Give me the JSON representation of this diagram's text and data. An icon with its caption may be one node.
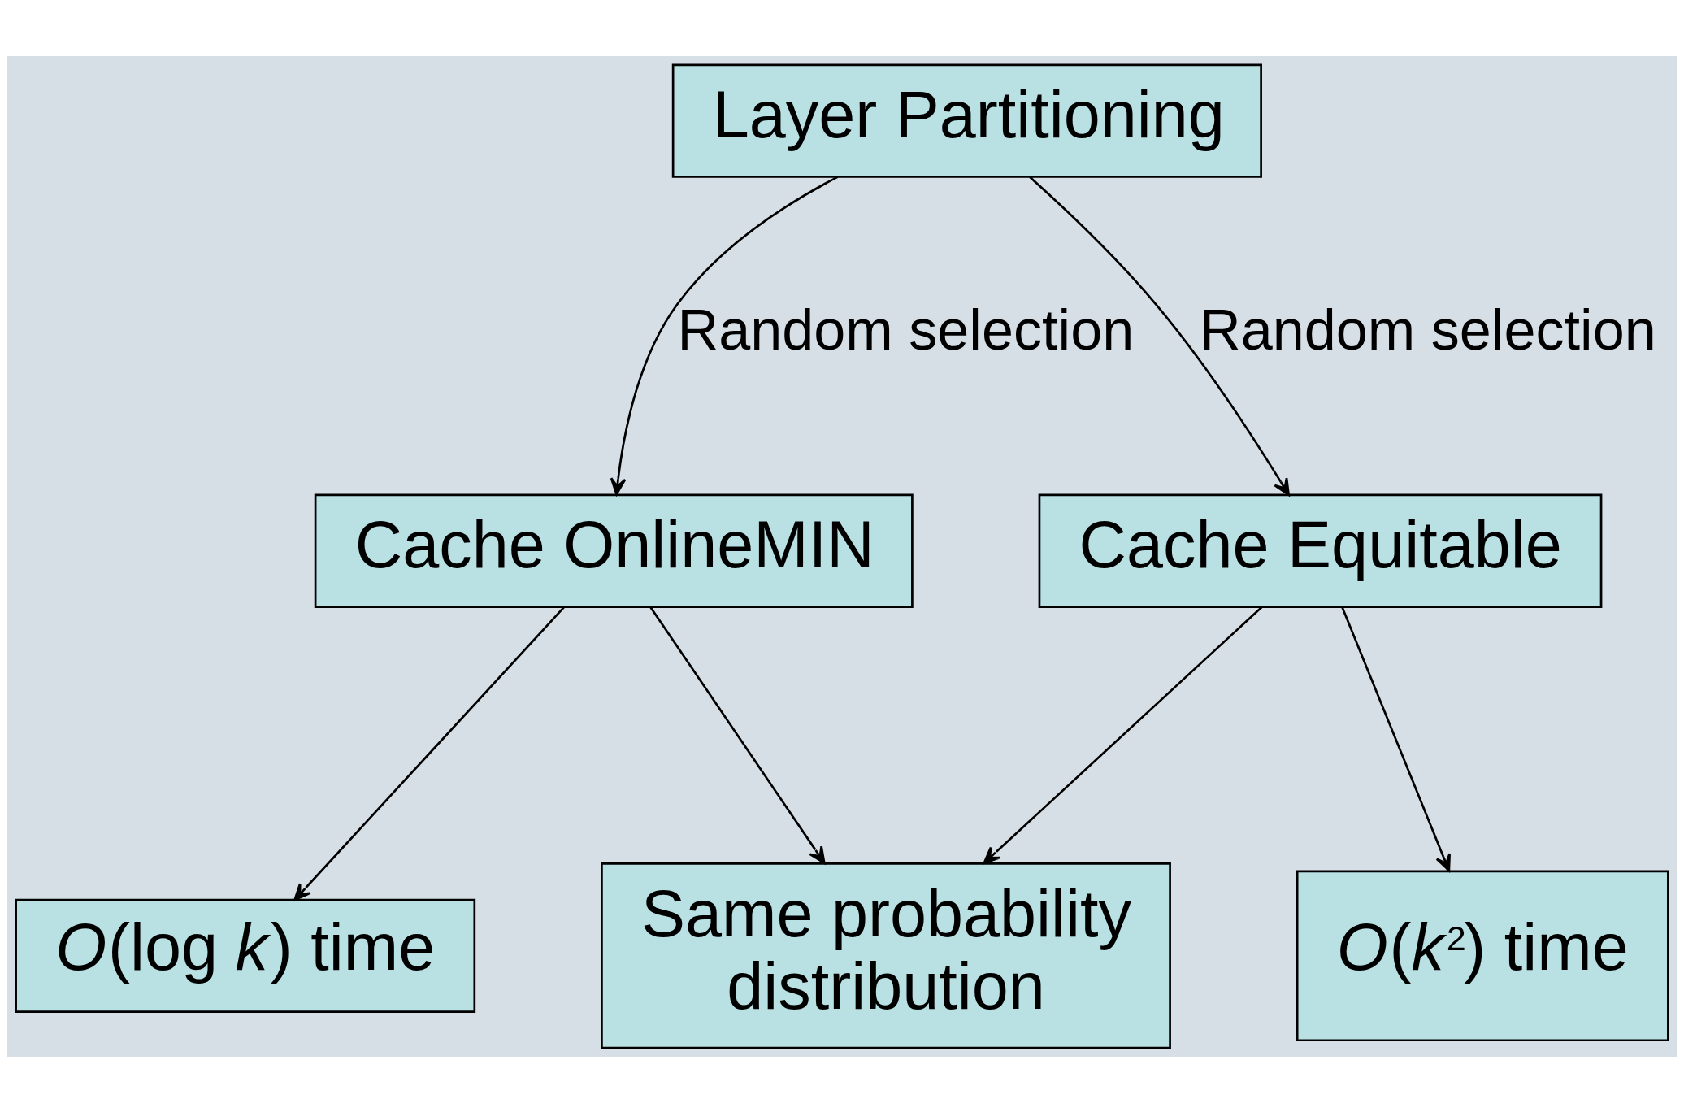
{
  "diagram": {
    "nodes": [
      {
        "text": [
          "Layer Partitioning"
        ]
      },
      {
        "text": [
          "Cache OnlineMIN"
        ]
      },
      {
        "text": [
          "Cache Equitable"
        ]
      },
      {
        "text": [
          "*O*(log *k*) time"
        ]
      },
      {
        "text": [
          "Same probability distribution"
        ]
      },
      {
        "text": [
          "*O*(*k*$^{2}$) time"
        ]
      }
    ],
    "edges": [
      {
        "from": 0,
        "to": 1,
        "arrow": "to",
        "label": "Random selection"
      },
      {
        "from": 0,
        "to": 2,
        "arrow": "to",
        "label": "Random selection"
      },
      {
        "from": 1,
        "to": 3,
        "arrow": "to"
      },
      {
        "from": 1,
        "to": 4,
        "arrow": "to"
      },
      {
        "from": 2,
        "to": 4,
        "arrow": "to"
      },
      {
        "from": 2,
        "to": 5,
        "arrow": "to"
      }
    ]
  }
}
